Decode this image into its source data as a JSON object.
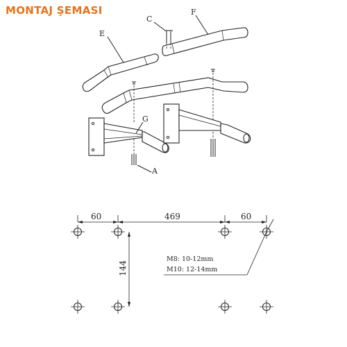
{
  "title": "MONTAJ ŞEMASI",
  "colors": {
    "title": "#e8731a",
    "line": "#222222"
  },
  "parts": {
    "a": "A",
    "c": "C",
    "e": "E",
    "f": "F",
    "g": "G"
  },
  "dimensions": {
    "left_spacing": "60",
    "center_spacing": "469",
    "right_spacing": "60",
    "vertical_spacing": "144"
  },
  "notes": {
    "m8": "M8: 10-12mm",
    "m10": "M10: 12-14mm"
  }
}
